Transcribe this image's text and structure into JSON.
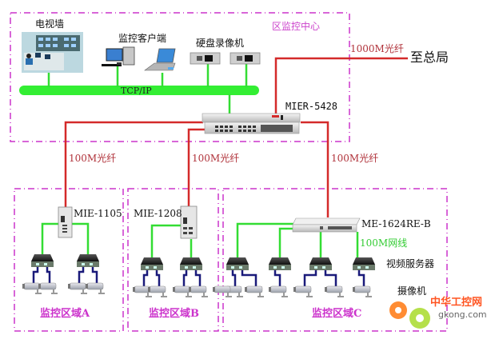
{
  "colors": {
    "fiber": "#d42a2a",
    "lan": "#33dd33",
    "coax": "#1a1a7a",
    "zone_border": "#cc33cc",
    "zone_label": "#cc33cc",
    "fiber_label": "#b0323a"
  },
  "control_center": {
    "title": "区监控中心",
    "video_wall_label": "电视墙",
    "clients_label": "监控客户端",
    "dvr_label": "硬盘录像机",
    "bus_label": "TCP/IP",
    "core_switch_model": "MIER-5428"
  },
  "uplink": {
    "label": "1000M光纤",
    "destination": "至总局"
  },
  "links": {
    "fiber_a": "100M光纤",
    "fiber_b": "100M光纤",
    "fiber_c": "100M光纤",
    "lan_c": "100M网线"
  },
  "zones": [
    {
      "name": "监控区域A",
      "switch_model": "MIE-1105",
      "video_servers": 2,
      "cameras": 4
    },
    {
      "name": "监控区域B",
      "switch_model": "MIE-1208",
      "video_servers": 2,
      "cameras": 4
    },
    {
      "name": "监控区域C",
      "switch_model": "ME-1624RE-B",
      "video_servers": 4,
      "cameras": 6
    }
  ],
  "legend": {
    "video_server": "视频服务器",
    "camera": "摄像机"
  },
  "watermark": {
    "cn": "中华工控网",
    "en": "gkong.com"
  }
}
